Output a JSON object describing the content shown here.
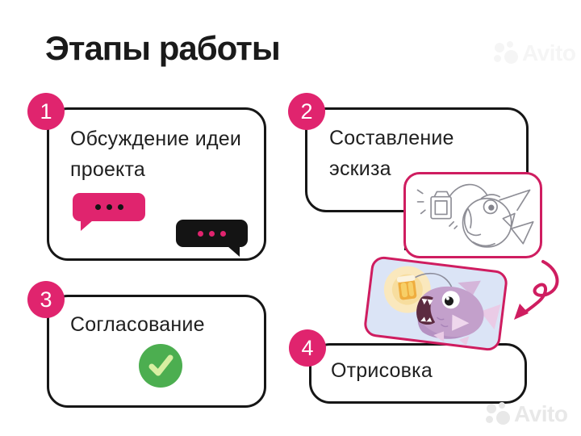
{
  "title": "Этапы работы",
  "steps": [
    {
      "number": "1",
      "line1": "Обсуждение идеи",
      "line2": "проекта"
    },
    {
      "number": "2",
      "line1": "Составление",
      "line2": "эскиза"
    },
    {
      "number": "3",
      "line1": "Согласование"
    },
    {
      "number": "4",
      "line1": "Отрисовка"
    }
  ],
  "illustrations": {
    "sketch_card": "карандашный эскиз рыбы-удильщика",
    "color_card": "цветная отрисовка рыбы-удильщика"
  },
  "watermark": {
    "brand": "Avito"
  },
  "colors": {
    "accent_pink": "#E0246E",
    "border_pink": "#CF1D60",
    "ink": "#161616",
    "green": "#4CAE50",
    "check_light": "#D8EFA2",
    "card_blue_bg": "#DBE4F6",
    "fish_body": "#C3A0CB",
    "lantern_orange": "#EFAD3E",
    "glow_yellow": "#FAE8BD"
  }
}
